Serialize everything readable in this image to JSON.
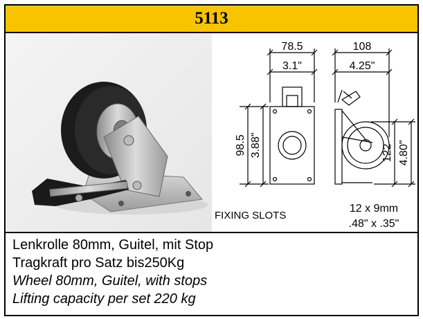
{
  "header": {
    "title": "5113"
  },
  "drawing": {
    "front_width_mm": "78.5",
    "front_width_in": "3.1\"",
    "side_width_mm": "108",
    "side_width_in": "4.25\"",
    "front_height_mm": "98.5",
    "front_height_in": "3.88\"",
    "side_height_mm": "122",
    "side_height_in": "4.80\"",
    "fixing_label": "FIXING SLOTS",
    "fixing_mm": "12  x  9mm",
    "fixing_in": ".48\"  x  .35\""
  },
  "description": {
    "line1": "Lenkrolle 80mm, Guitel, mit Stop",
    "line2": "Tragkraft pro Satz bis250Kg",
    "line3": "Wheel 80mm, Guitel, with stops",
    "line4": "Lifting capacity per set 220 kg"
  },
  "colors": {
    "header_bg": "#f8c400",
    "border": "#000000"
  }
}
